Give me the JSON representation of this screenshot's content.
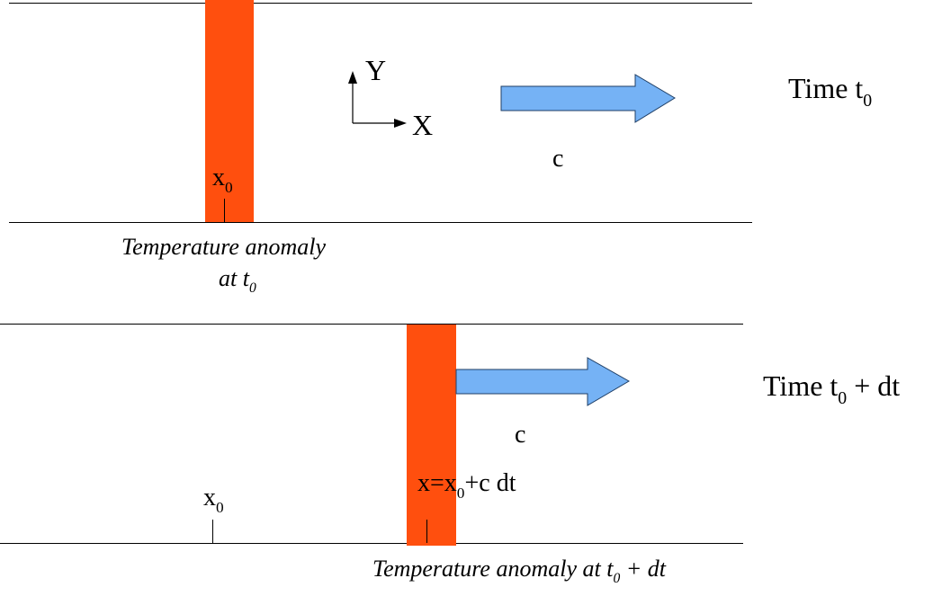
{
  "panel_top": {
    "time_label": {
      "text": "Time t",
      "sub": "0"
    },
    "velocity_label": "c",
    "axis_y_label": "Y",
    "axis_x_label": "X",
    "position_label": {
      "text": "x",
      "sub": "0"
    },
    "caption": {
      "line1": "Temperature anomaly",
      "line2": "at t",
      "sub": "0"
    }
  },
  "panel_bottom": {
    "time_label": {
      "text": "Time t",
      "sub": "0",
      "suffix": " + dt"
    },
    "velocity_label": "c",
    "old_position_label": {
      "text": "x",
      "sub": "0"
    },
    "new_position_label": {
      "prefix": "x=x",
      "sub": "0",
      "suffix": "+c dt"
    },
    "caption": {
      "text": "Temperature anomaly at t",
      "sub": "0",
      "suffix": " + dt"
    }
  },
  "colors": {
    "anomaly_bar": "#ff4f0e",
    "flow_arrow": "#75b2f5",
    "flow_arrow_stroke": "#1f3f66"
  }
}
